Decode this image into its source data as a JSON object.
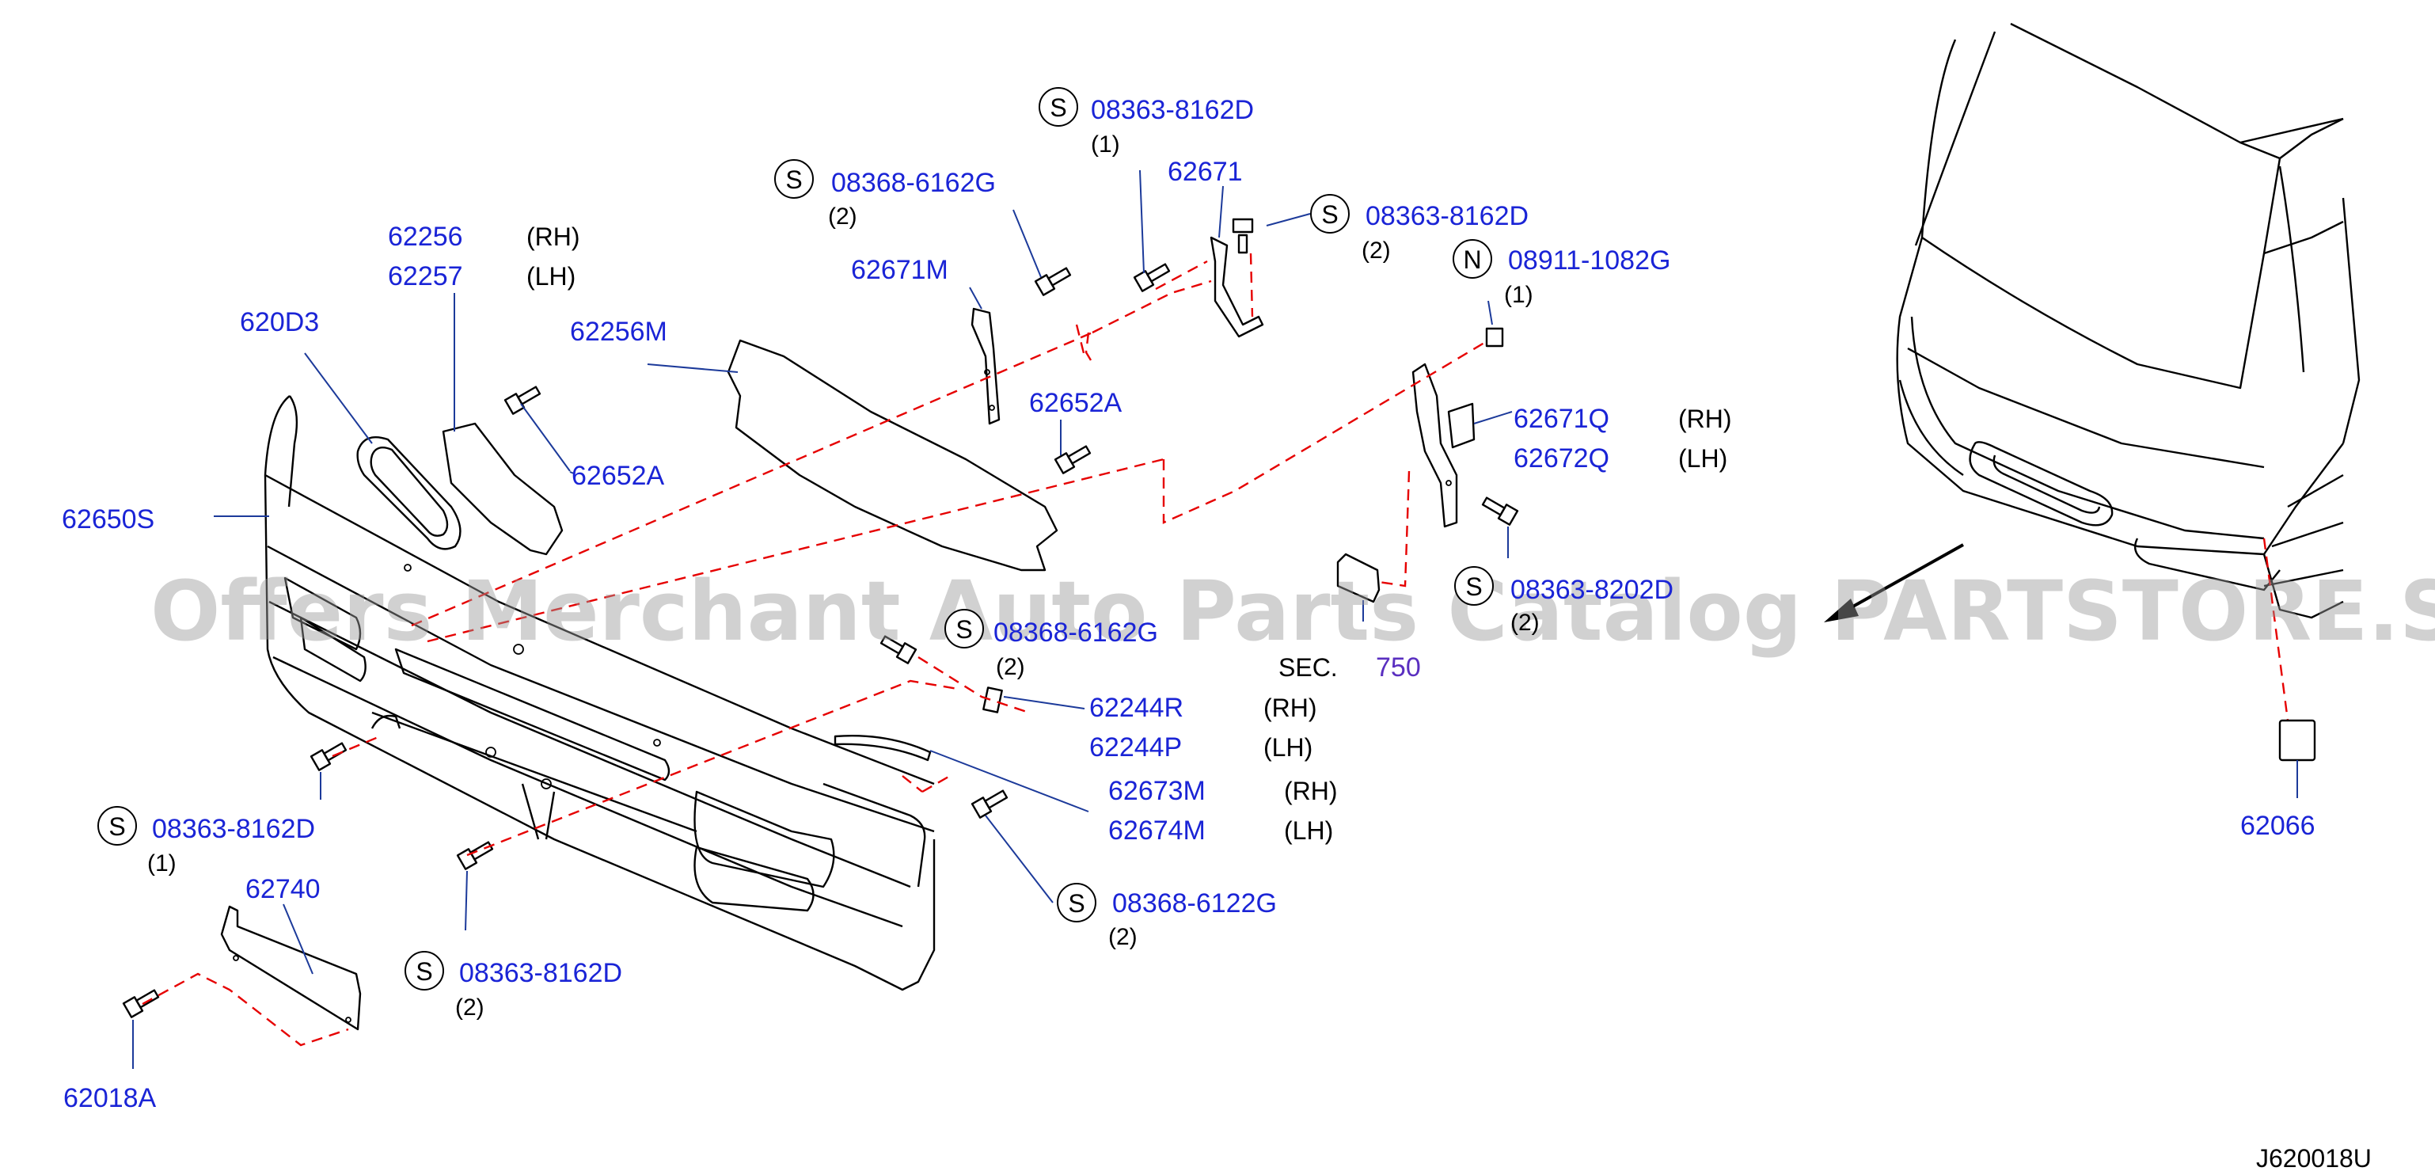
{
  "watermark": "Offers Merchant Auto Parts Catalog PARTSTORE.SA",
  "figure_code": "J620018U",
  "section_ref": {
    "label": "SEC.",
    "number": "750"
  },
  "side_labels": {
    "rh": "(RH)",
    "lh": "(LH)"
  },
  "qty": {
    "one": "(1)",
    "two": "(2)"
  },
  "symbols": {
    "s": "S",
    "n": "N"
  },
  "parts": {
    "p62256": "62256",
    "p62257": "62257",
    "p620D3": "620D3",
    "p62256M": "62256M",
    "p62652A": "62652A",
    "p62650S": "62650S",
    "p62671M": "62671M",
    "p62671": "62671",
    "p62671Q": "62671Q",
    "p62672Q": "62672Q",
    "p62244R": "62244R",
    "p62244P": "62244P",
    "p62673M": "62673M",
    "p62674M": "62674M",
    "p62740": "62740",
    "p62018A": "62018A",
    "p62066": "62066"
  },
  "fasteners": {
    "f08363_8162D": "08363-8162D",
    "f08368_6162G": "08368-6162G",
    "f08911_1082G": "08911-1082G",
    "f08363_8202D": "08363-8202D",
    "f08368_6122G": "08368-6122G"
  }
}
